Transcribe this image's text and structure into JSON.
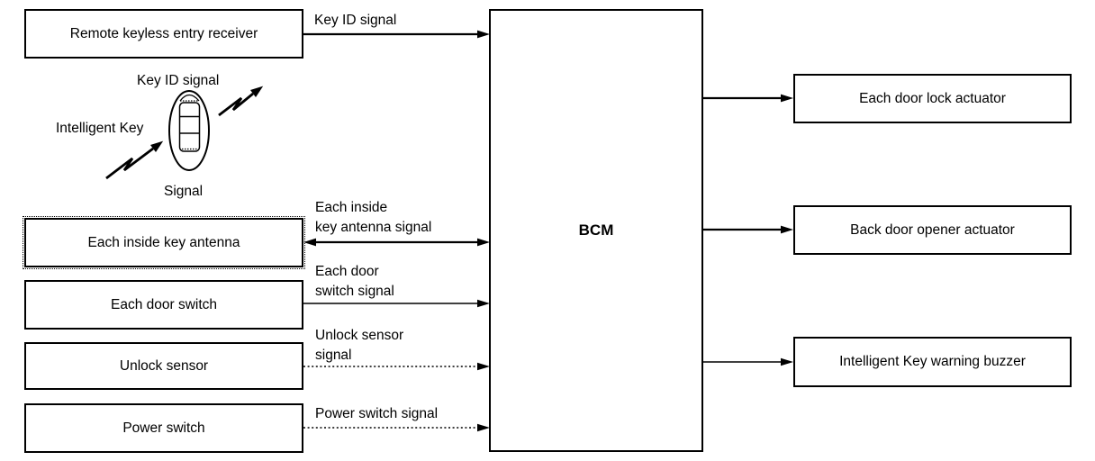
{
  "diagram": {
    "title_hint": "Intelligent Key / door lock system block diagram",
    "colors": {
      "line": "#000000",
      "background": "#ffffff",
      "text": "#000000"
    },
    "left_boxes": [
      {
        "label": "Remote keyless entry receiver"
      },
      {
        "label": "Each inside key antenna"
      },
      {
        "label": "Each door switch"
      },
      {
        "label": "Unlock sensor"
      },
      {
        "label": "Power switch"
      }
    ],
    "center_box": {
      "label": "BCM"
    },
    "right_boxes": [
      {
        "label": "Each door lock actuator"
      },
      {
        "label": "Back door opener actuator"
      },
      {
        "label": "Intelligent Key warning buzzer"
      }
    ],
    "signal_labels": {
      "key_id_top": "Key ID signal",
      "inside_key_antenna_line1": "Each inside",
      "inside_key_antenna_line2": "key antenna signal",
      "door_switch_line1": "Each door",
      "door_switch_line2": "switch signal",
      "unlock_sensor_line1": "Unlock sensor",
      "unlock_sensor_line2": "signal",
      "power_switch": "Power switch signal"
    },
    "key_illustration": {
      "key_id_label": "Key ID signal",
      "intelligent_key_label": "Intelligent Key",
      "signal_label": "Signal"
    },
    "icons": [
      {
        "name": "key-fob-icon"
      },
      {
        "name": "radio-wave-zigzag-icon"
      }
    ]
  }
}
